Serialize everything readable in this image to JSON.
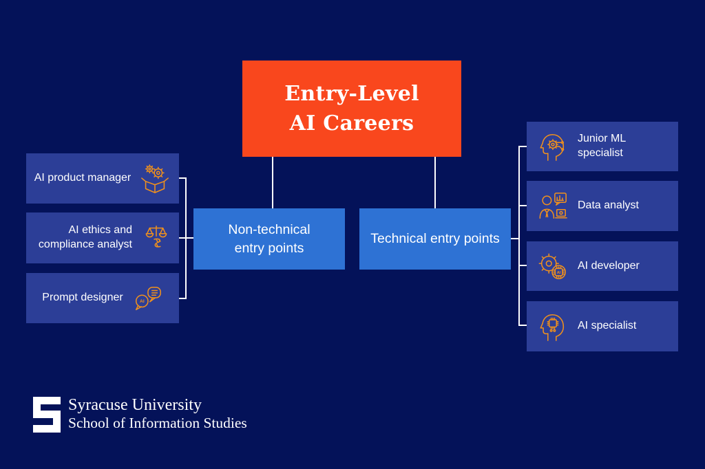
{
  "title": {
    "line1": "Entry-Level",
    "line2": "AI Careers"
  },
  "branches": {
    "non_technical": {
      "label": "Non-technical entry points"
    },
    "technical": {
      "label": "Technical entry points"
    }
  },
  "roles_non_technical": [
    {
      "label": "AI product manager",
      "icon": "gears-open-box-icon"
    },
    {
      "label": "AI ethics and compliance analyst",
      "icon": "justice-scales-icon"
    },
    {
      "label": "Prompt designer",
      "icon": "ai-chat-bubbles-icon"
    }
  ],
  "roles_technical": [
    {
      "label": "Junior ML specialist",
      "icon": "head-gear-circuit-icon"
    },
    {
      "label": "Data analyst",
      "icon": "analyst-chart-laptop-icon"
    },
    {
      "label": "AI developer",
      "icon": "gear-ai-chip-icon"
    },
    {
      "label": "AI specialist",
      "icon": "head-chip-circuit-icon"
    }
  ],
  "footer": {
    "logo_letter": "S",
    "org_name": "Syracuse University",
    "org_unit": "School of Information Studies"
  },
  "colors": {
    "background": "#041259",
    "title_orange": "#F9471D",
    "branch_blue": "#2E72D4",
    "role_indigo": "#2C3E97",
    "icon_orange": "#F1911C",
    "connector_white": "#FFFFFF"
  }
}
